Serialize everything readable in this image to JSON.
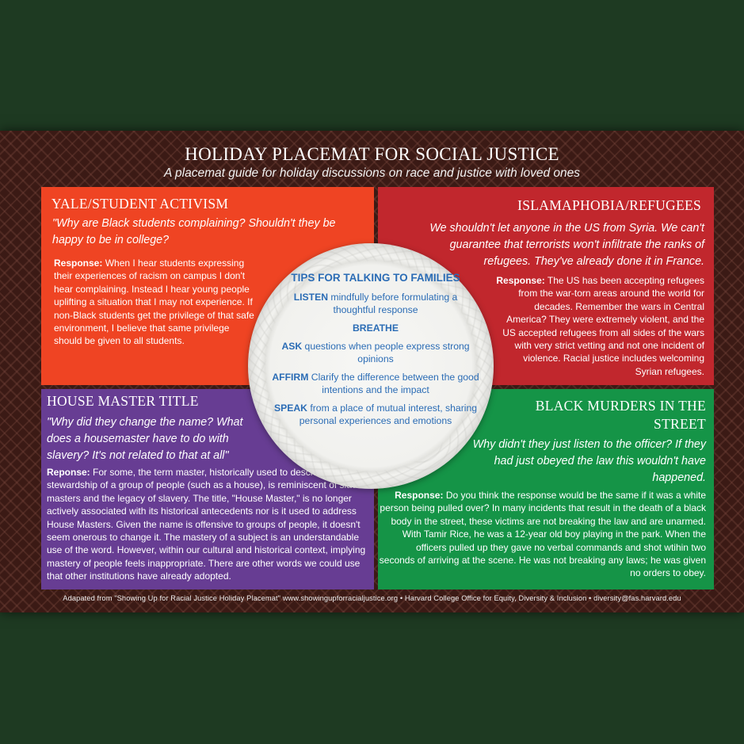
{
  "colors": {
    "background": "#1e3a22",
    "placemat": "#3b1a15",
    "yale_panel": "#ef4423",
    "islam_panel": "#c1272d",
    "house_panel": "#673d93",
    "black_panel": "#159447",
    "tips_text": "#2b6cb5"
  },
  "title": "HOLIDAY PLACEMAT FOR SOCIAL JUSTICE",
  "subtitle": "A placemat guide for holiday discussions on race and justice with loved ones",
  "panels": {
    "yale": {
      "heading": "YALE/STUDENT ACTIVISM",
      "quote": "\"Why are Black students complaining?  Shouldn't they be happy to be in college?",
      "response_label": "Response:",
      "response": " When I hear students expressing their experiences of racism on campus I don't hear complaining.  Instead I hear young people uplifting a situation that I may not experience.  If non-Black students get the privilege of that safe environment, I believe that same privilege should be given to all students."
    },
    "islam": {
      "heading": "ISLAMAPHOBIA/REFUGEES",
      "quote": "We shouldn't let anyone in the US from Syria.  We can't guarantee that terrorists won't infiltrate the ranks of refugees.  They've already done it in France.",
      "response_label": "Response:",
      "response": " The US has been accepting refugees from the war-torn areas around the world for decades.  Remember the wars in Central America?  They were extremely violent, and the US accepted refugees from all sides of the wars with very strict vetting and not one incident of violence.  Racial justice includes welcoming Syrian refugees."
    },
    "house": {
      "heading": "HOUSE MASTER TITLE",
      "quote": "\"Why did they  change the name? What does a housemaster have to do with slavery? It's not related to that at all\"",
      "response_label": "Reponse:",
      "response": " For some, the term master, historically used to describe stewardship of a group of people (such as a house), is reminiscent of slave masters and the legacy of slavery.  The title, \"House Master,\" is no longer actively associated with its historical antecedents nor is it used to address House Masters. Given the name is offensive to groups of people, it doesn't seem onerous to change it.  The mastery of a subject is an understandable use of the word. However, within our cultural and historical context, implying mastery of people feels inappropriate. There are other words we could use that other institutions have already adopted."
    },
    "black": {
      "heading": "BLACK MURDERS IN THE STREET",
      "quote": "Why didn't they just listen to the officer?  If they had just obeyed the law this wouldn't have happened.",
      "response_label": "Response:",
      "response": "  Do you think the response would be the same if it was a white person being pulled over? In many incidents that result in the death of a black body in the street, these victims are not breaking the law and are unarmed.  With Tamir Rice, he was a 12-year old boy playing in the park.  When the officers pulled up they gave no verbal commands and shot wtihin two seconds of arriving at the scene.  He was not breaking any laws; he was given no orders to obey."
    }
  },
  "tips": {
    "title": "TIPS FOR TALKING TO FAMILIES",
    "items": [
      {
        "keyword": "LISTEN",
        "text": " mindfully before formulating a thoughtful response"
      },
      {
        "keyword": "BREATHE",
        "text": ""
      },
      {
        "keyword": "ASK",
        "text": " questions when people express strong opinions"
      },
      {
        "keyword": "AFFIRM",
        "text": " Clarify the difference between the good intentions and the impact"
      },
      {
        "keyword": "SPEAK",
        "text": " from a place of mutual interest, sharing personal experiences and emotions"
      }
    ]
  },
  "footer": "Adapated from \"Showing Up for Racial Justice Holiday Placemat\"  www.showingupforracialjustice.org  •  Harvard College Office for Equity, Diversity & Inclusion  •  diversity@fas.harvard.edu"
}
